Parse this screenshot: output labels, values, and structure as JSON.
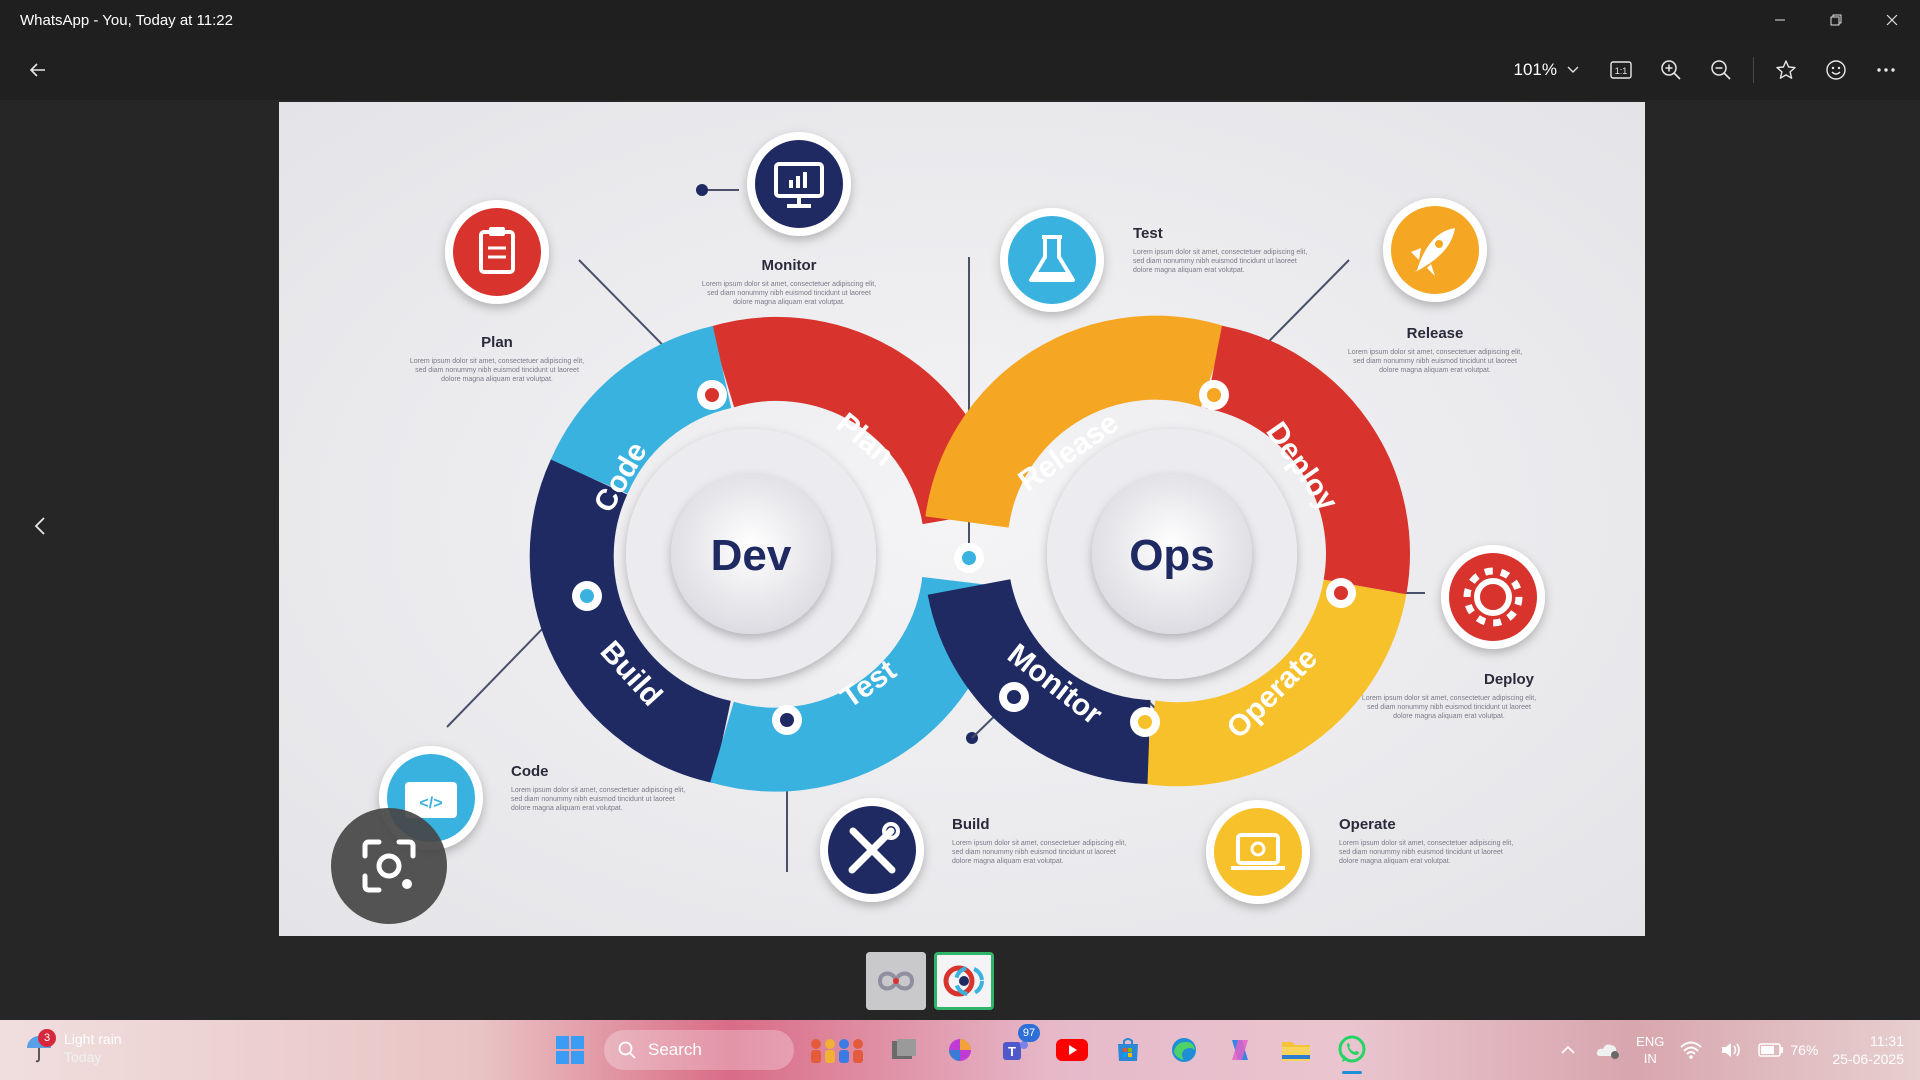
{
  "window": {
    "title": "WhatsApp - You, Today at 11:22",
    "controls": [
      "minimize",
      "restore",
      "close"
    ]
  },
  "toolbar": {
    "zoom_level": "101%",
    "buttons": [
      "actual-size",
      "zoom-in",
      "zoom-out",
      "favorite",
      "react",
      "more"
    ]
  },
  "image": {
    "center_left": "Dev",
    "center_right": "Ops",
    "ring_labels": [
      "Plan",
      "Code",
      "Build",
      "Test",
      "Release",
      "Deploy",
      "Operate",
      "Monitor"
    ],
    "callouts": {
      "plan": {
        "title": "Plan",
        "text": "Lorem ipsum dolor sit amet, consectetuer adipiscing elit, sed diam nonummy nibh euismod tincidunt ut laoreet dolore magna aliquam erat volutpat."
      },
      "monitor": {
        "title": "Monitor",
        "text": "Lorem ipsum dolor sit amet, consectetuer adipiscing elit, sed diam nonummy nibh euismod tincidunt ut laoreet dolore magna aliquam erat volutpat."
      },
      "test": {
        "title": "Test",
        "text": "Lorem ipsum dolor sit amet, consectetuer adipiscing elit, sed diam nonummy nibh euismod tincidunt ut laoreet dolore magna aliquam erat volutpat."
      },
      "release": {
        "title": "Release",
        "text": "Lorem ipsum dolor sit amet, consectetuer adipiscing elit, sed diam nonummy nibh euismod tincidunt ut laoreet dolore magna aliquam erat volutpat."
      },
      "deploy": {
        "title": "Deploy",
        "text": "Lorem ipsum dolor sit amet, consectetuer adipiscing elit, sed diam nonummy nibh euismod tincidunt ut laoreet dolore magna aliquam erat volutpat."
      },
      "code": {
        "title": "Code",
        "text": "Lorem ipsum dolor sit amet, consectetuer adipiscing elit, sed diam nonummy nibh euismod tincidunt ut laoreet dolore magna aliquam erat volutpat."
      },
      "build": {
        "title": "Build",
        "text": "Lorem ipsum dolor sit amet, consectetuer adipiscing elit, sed diam nonummy nibh euismod tincidunt ut laoreet dolore magna aliquam erat volutpat."
      },
      "operate": {
        "title": "Operate",
        "text": "Lorem ipsum dolor sit amet, consectetuer adipiscing elit, sed diam nonummy nibh euismod tincidunt ut laoreet dolore magna aliquam erat volutpat."
      }
    },
    "colors": {
      "red": "#d8332d",
      "light_blue": "#3ab2e0",
      "navy": "#1f2a63",
      "orange": "#f5a623",
      "gold": "#f6c12b"
    }
  },
  "thumbnails": [
    {
      "name": "thumbnail-1",
      "active": false
    },
    {
      "name": "thumbnail-2",
      "active": true
    }
  ],
  "taskbar": {
    "weather": {
      "badge": "3",
      "line1": "Light rain",
      "line2": "Today"
    },
    "search_placeholder": "Search",
    "teams_badge": "97",
    "language": {
      "line1": "ENG",
      "line2": "IN"
    },
    "battery": "76%",
    "time": "11:31",
    "date": "25-06-2025"
  }
}
